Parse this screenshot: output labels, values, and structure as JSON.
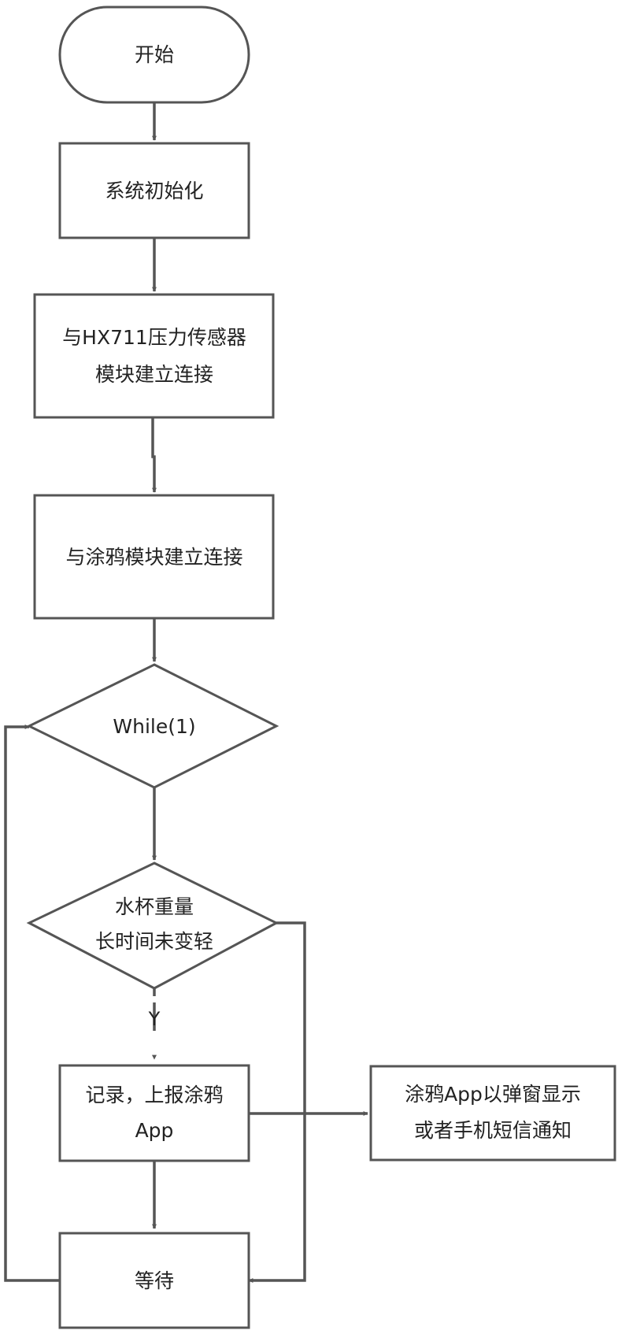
{
  "diagram": {
    "style": {
      "stroke_color": "#555555",
      "fill_color": "#ffffff",
      "text_color": "#222222"
    },
    "nodes": {
      "start": {
        "shape": "terminator",
        "lines": [
          "开始"
        ]
      },
      "init": {
        "shape": "process",
        "lines": [
          "系统初始化"
        ]
      },
      "hx711": {
        "shape": "process",
        "lines": [
          "与HX711压力传感器",
          "模块建立连接"
        ]
      },
      "tuya": {
        "shape": "process",
        "lines": [
          "与涂鸦模块建立连接"
        ]
      },
      "loop": {
        "shape": "decision",
        "lines": [
          "While(1)"
        ]
      },
      "check": {
        "shape": "decision",
        "lines": [
          "水杯重量",
          "长时间未变轻"
        ]
      },
      "report": {
        "shape": "process",
        "lines": [
          "记录，上报涂鸦",
          "App"
        ]
      },
      "notify": {
        "shape": "process",
        "lines": [
          "涂鸦App以弹窗显示",
          "或者手机短信通知"
        ]
      },
      "wait": {
        "shape": "process",
        "lines": [
          "等待"
        ]
      }
    },
    "edges": [
      {
        "from": "start",
        "to": "init",
        "label": ""
      },
      {
        "from": "init",
        "to": "hx711",
        "label": ""
      },
      {
        "from": "hx711",
        "to": "tuya",
        "label": ""
      },
      {
        "from": "tuya",
        "to": "loop",
        "label": ""
      },
      {
        "from": "loop",
        "to": "check",
        "label": ""
      },
      {
        "from": "check",
        "to": "report",
        "label": "Y"
      },
      {
        "from": "check",
        "to": "wait",
        "label": ""
      },
      {
        "from": "report",
        "to": "notify",
        "label": ""
      },
      {
        "from": "report",
        "to": "wait",
        "label": ""
      },
      {
        "from": "wait",
        "to": "loop",
        "label": ""
      }
    ]
  }
}
